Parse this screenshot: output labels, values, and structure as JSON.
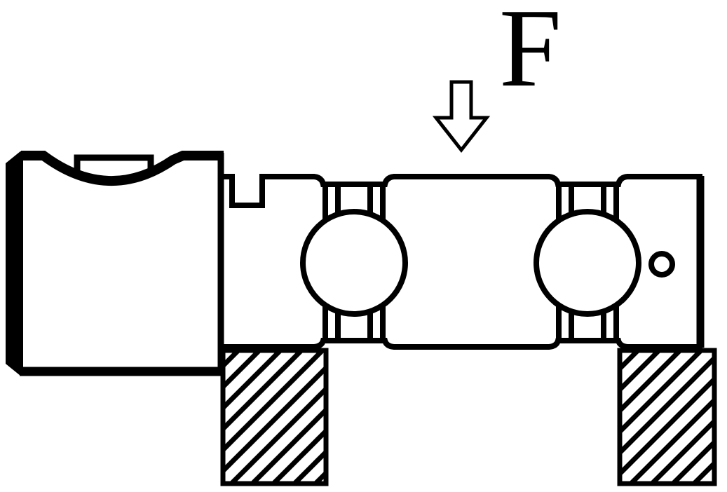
{
  "figure": {
    "force_label": "F",
    "background_color": "#ffffff",
    "line_color": "#000000",
    "icons": {
      "force_arrow": "hollow-down-arrow-icon"
    },
    "components": {
      "left_block": "clamping block",
      "shaft": "stepped shaft with keyway groove",
      "bearing_left": "ball bearing",
      "bearing_right": "ball bearing",
      "support_left": "hatched pedestal support",
      "support_right": "hatched pedestal support",
      "side_hole": "small cross hole"
    }
  }
}
